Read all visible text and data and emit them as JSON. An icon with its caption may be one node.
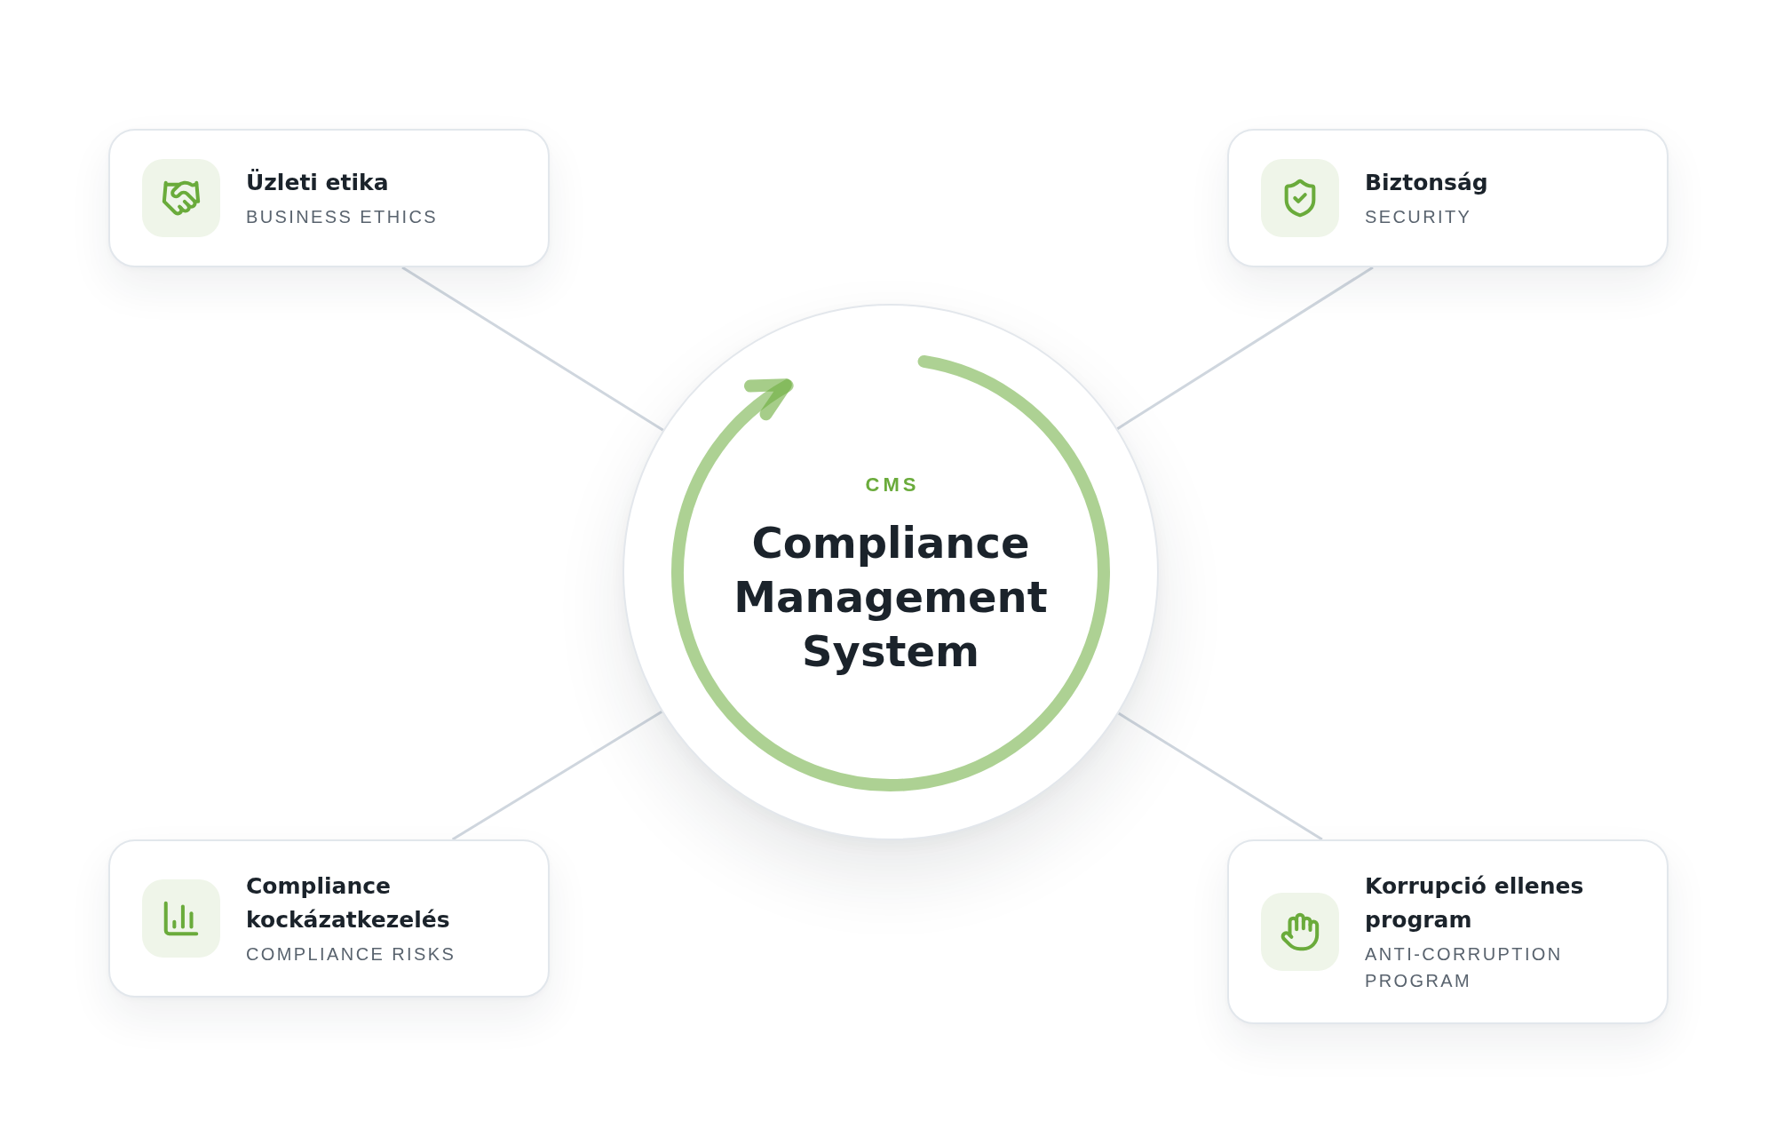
{
  "diagram": {
    "nodes": [
      {
        "text": [
          "Üzleti etika",
          "BUSINESS ETHICS"
        ]
      },
      {
        "text": [
          "Biztonság",
          "SECURITY"
        ]
      },
      {
        "text": [
          "CMS",
          "Compliance Management System"
        ]
      },
      {
        "text": [
          "Compliance kockázatkezelés",
          "COMPLIANCE RISKS"
        ]
      },
      {
        "text": [
          "Korrupció ellenes program",
          "ANTI-CORRUPTION PROGRAM"
        ]
      }
    ],
    "edges": [
      {
        "from": 2,
        "to": 0,
        "arrow": "none"
      },
      {
        "from": 2,
        "to": 1,
        "arrow": "none"
      },
      {
        "from": 2,
        "to": 3,
        "arrow": "none"
      },
      {
        "from": 2,
        "to": 4,
        "arrow": "none"
      }
    ]
  }
}
